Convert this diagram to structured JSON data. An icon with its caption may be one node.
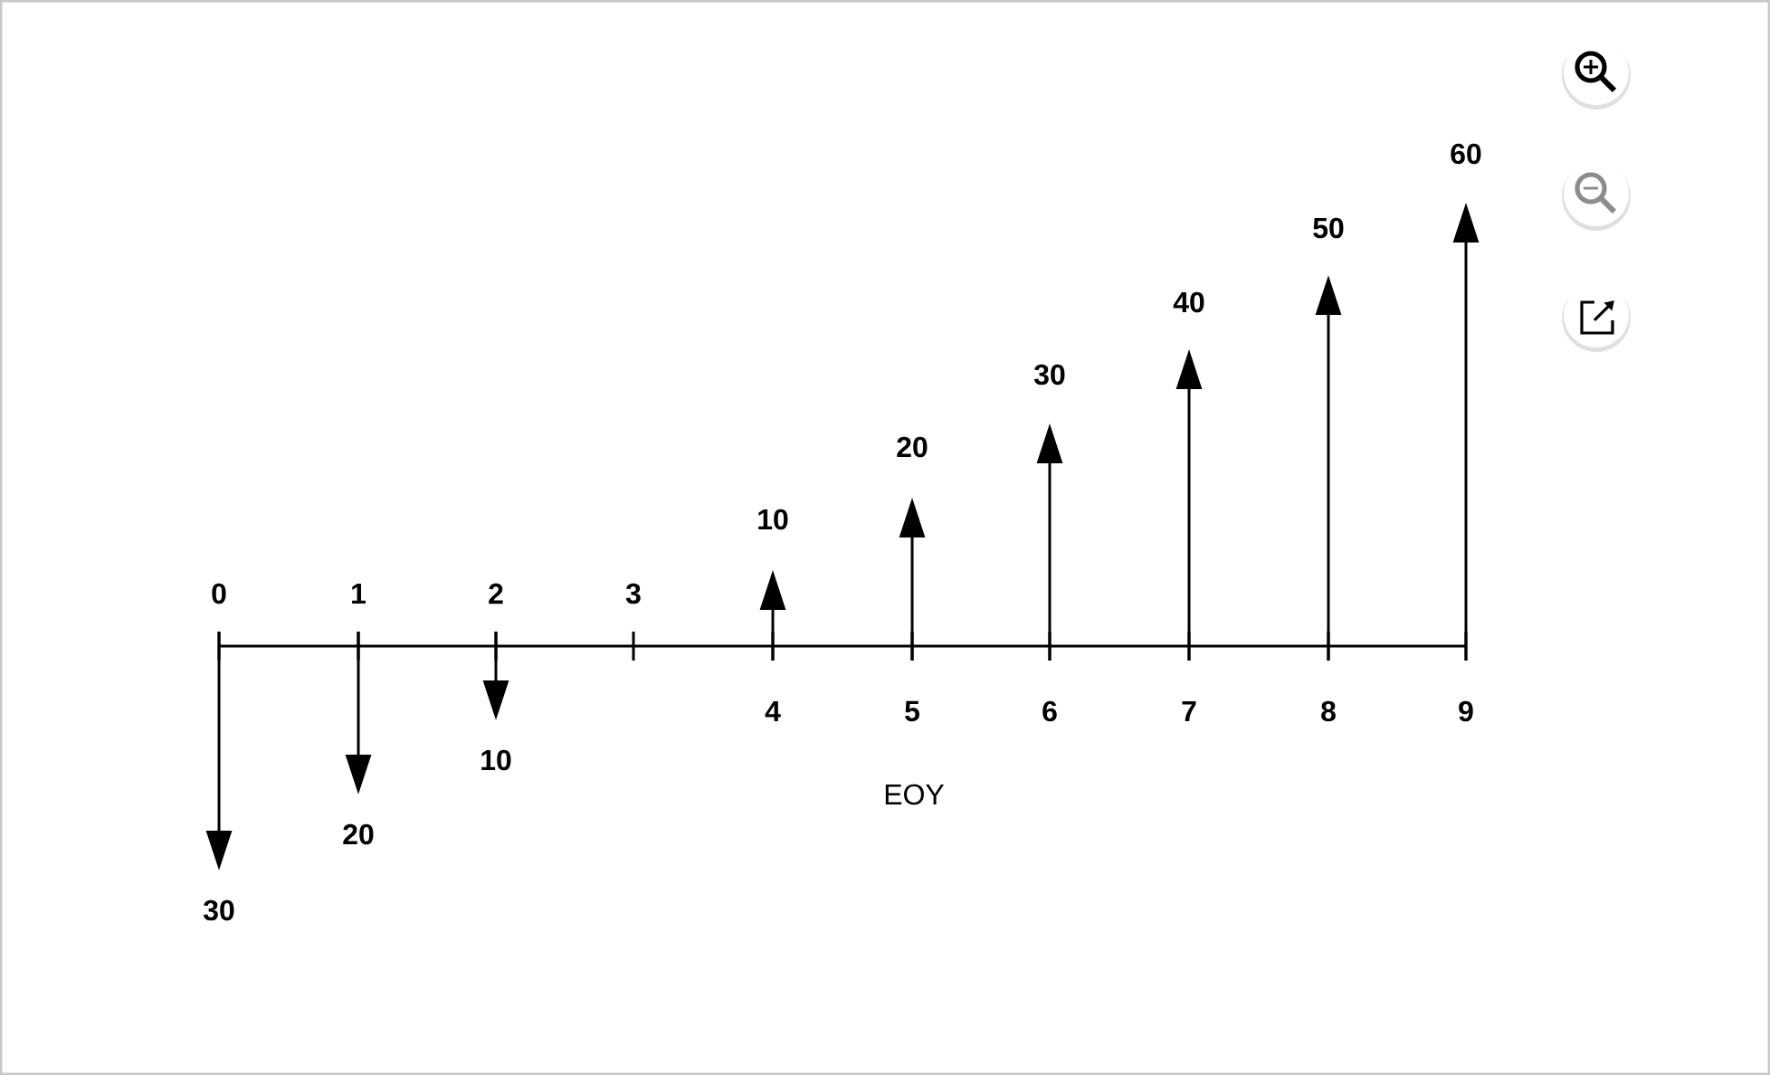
{
  "diagram": {
    "labels": [
      "0",
      "1",
      "2",
      "3",
      "4",
      "5",
      "6",
      "7",
      "8",
      "9",
      "30",
      "20",
      "10",
      "10",
      "20",
      "30",
      "40",
      "50",
      "60",
      "EOY"
    ]
  }
}
